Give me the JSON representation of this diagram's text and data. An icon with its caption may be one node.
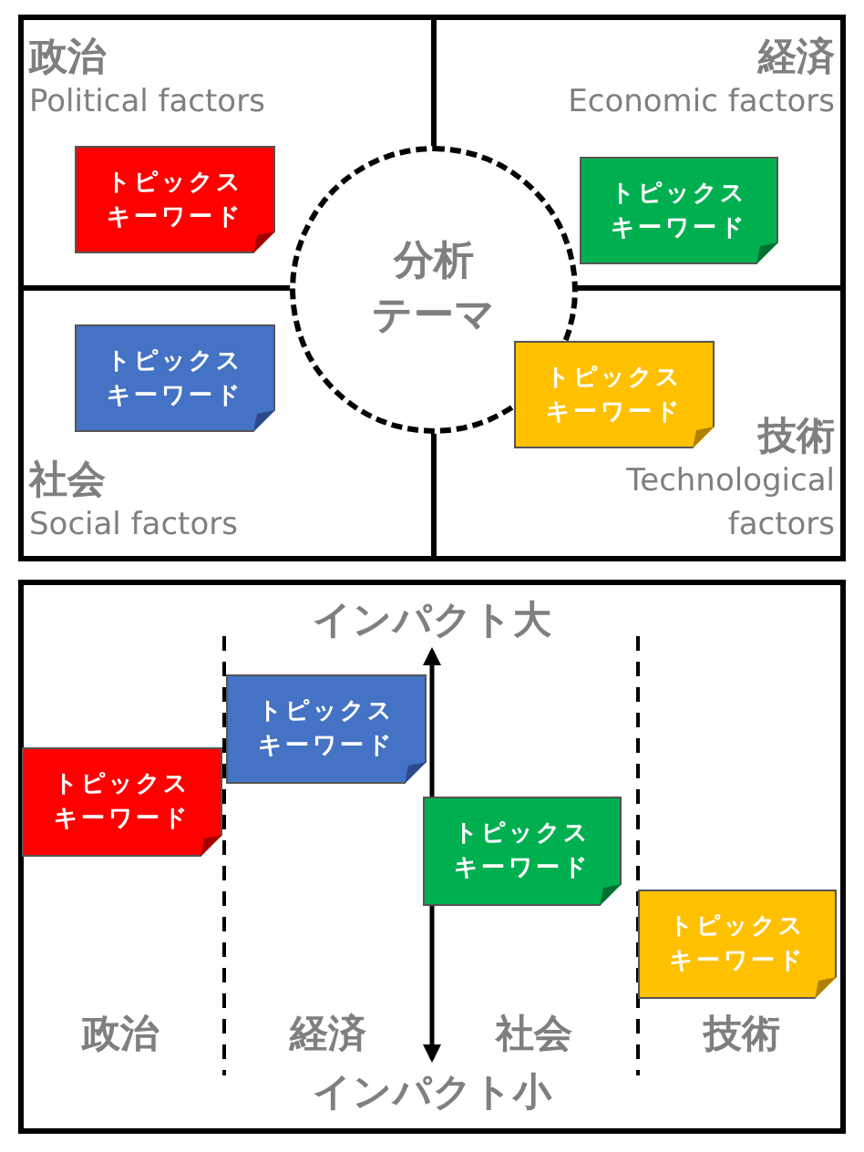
{
  "diagram": {
    "nodes": [
      {
        "text": [
          "トピックスキーワード"
        ]
      },
      {
        "text": [
          "トピックスキーワード"
        ]
      },
      {
        "text": [
          "分析",
          "テーマ"
        ]
      },
      {
        "text": [
          "トピックスキーワード"
        ]
      },
      {
        "text": [
          "トピックスキーワード"
        ]
      },
      {
        "text": [
          "トピックスキーワード"
        ]
      },
      {
        "text": [
          "トピックスキーワード"
        ]
      },
      {
        "text": [
          "トピックスキーワード"
        ]
      },
      {
        "text": [
          "トピックスキーワード"
        ]
      }
    ],
    "labels": [
      "政治",
      "Political factors",
      "経済",
      "Economic factors",
      "社会",
      "Social factors",
      "技術",
      "Technological factors",
      "インパクト大",
      "政治",
      "経済",
      "社会",
      "技術",
      "インパクト小"
    ]
  }
}
